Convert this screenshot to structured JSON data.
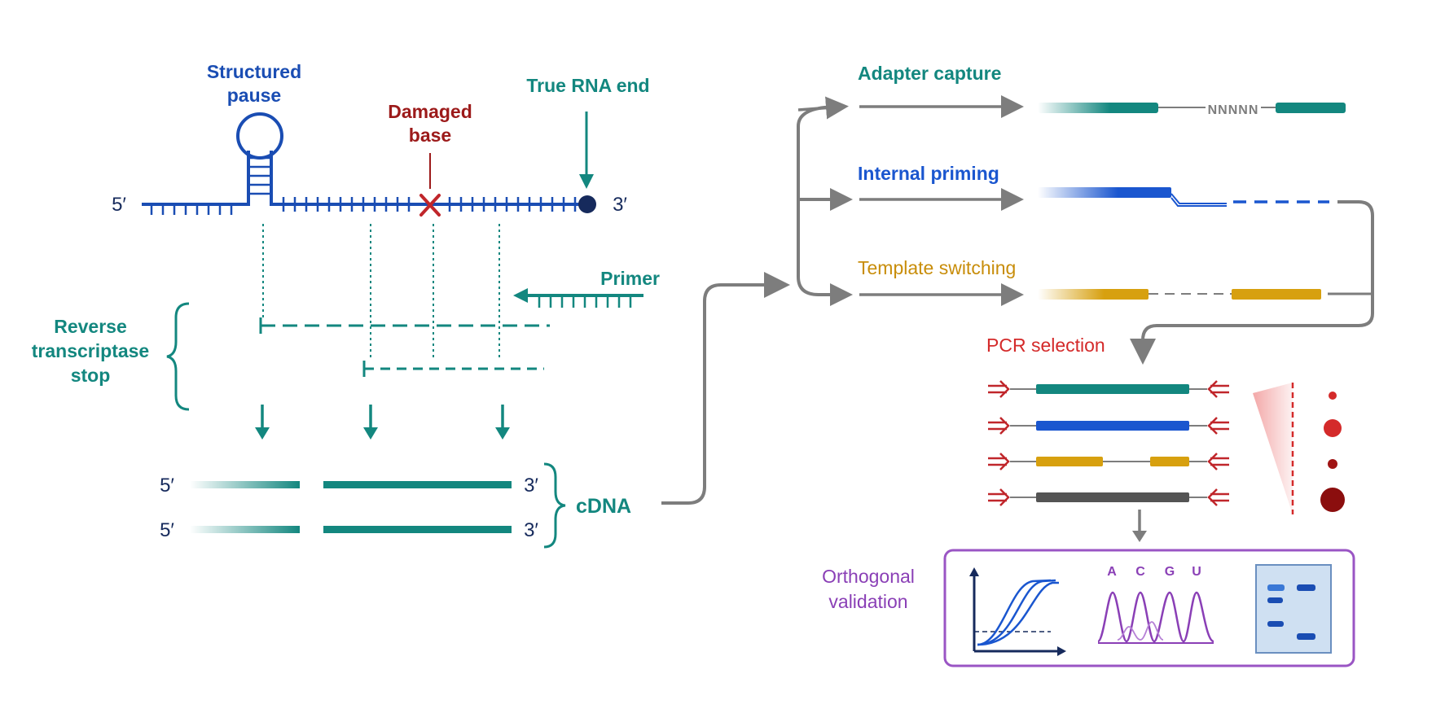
{
  "labels": {
    "structured_pause": [
      "Structured",
      "pause"
    ],
    "damaged_base": [
      "Damaged",
      "base"
    ],
    "true_rna_end": "True RNA end",
    "five_prime": "5′",
    "three_prime": "3′",
    "primer": "Primer",
    "rt_stop": [
      "Reverse",
      "transcriptase",
      "stop"
    ],
    "cdna": "cDNA",
    "adapter_capture": "Adapter capture",
    "adapter_n": "NNNNN",
    "internal_priming": "Internal priming",
    "template_switching": "Template switching",
    "pcr_selection": "PCR selection",
    "orthogonal_validation": [
      "Orthogonal",
      "validation"
    ],
    "bases": [
      "A",
      "C",
      "G",
      "U"
    ]
  },
  "colors": {
    "rna_blue": "#1a4db3",
    "teal": "#13877f",
    "dark_red": "#9c1a1a",
    "red": "#d42a2a",
    "grey_arrow": "#7d7d7d",
    "navy": "#162a5c",
    "gold": "#d7a00f",
    "mid_blue": "#1a56cf",
    "purple": "#8a3fb6",
    "gel_bg": "#cfe0f2",
    "dark_grey": "#545454"
  },
  "icons": {
    "damage_marker": "x-mark-icon",
    "rna_end_marker": "filled-dot-icon",
    "pcr_primer_left": "double-arrow-right-icon",
    "pcr_primer_right": "double-arrow-left-icon",
    "qpcr_panel": "amplification-curve-icon",
    "sanger_panel": "chromatogram-icon",
    "gel_panel": "gel-bands-icon"
  }
}
